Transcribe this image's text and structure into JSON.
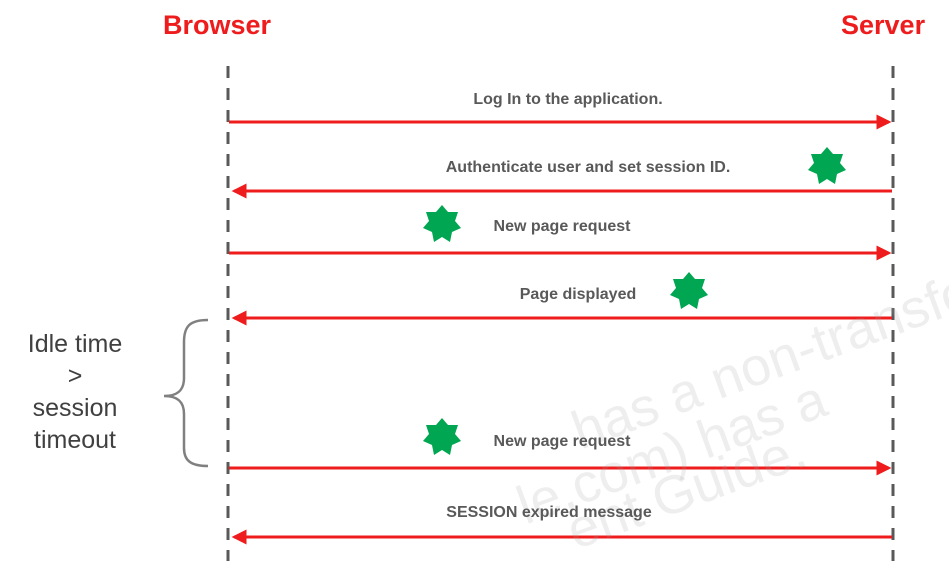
{
  "actors": {
    "browser": "Browser",
    "server": "Server"
  },
  "messages": [
    {
      "label": "Log In to the application.",
      "direction": "browser-to-server"
    },
    {
      "label": "Authenticate user and set session ID.",
      "direction": "server-to-browser"
    },
    {
      "label": "New page request",
      "direction": "browser-to-server"
    },
    {
      "label": "Page displayed",
      "direction": "server-to-browser"
    },
    {
      "label": "New page request",
      "direction": "browser-to-server"
    },
    {
      "label": "SESSION expired message",
      "direction": "server-to-browser"
    }
  ],
  "idle_note": {
    "line1": "Idle time",
    "line2": ">",
    "line3": "session",
    "line4": "timeout"
  },
  "watermark": {
    "line1": "has a non-transfer",
    "line2": "le.com) has a",
    "line3": "ent Guide."
  },
  "colors": {
    "actor": "#ee1c1c",
    "arrow": "#ee1c1c",
    "lifeline": "#595959",
    "session_icon": "#00a651",
    "label": "#595959"
  },
  "icons": {
    "session": "green-star-burst-icon"
  }
}
